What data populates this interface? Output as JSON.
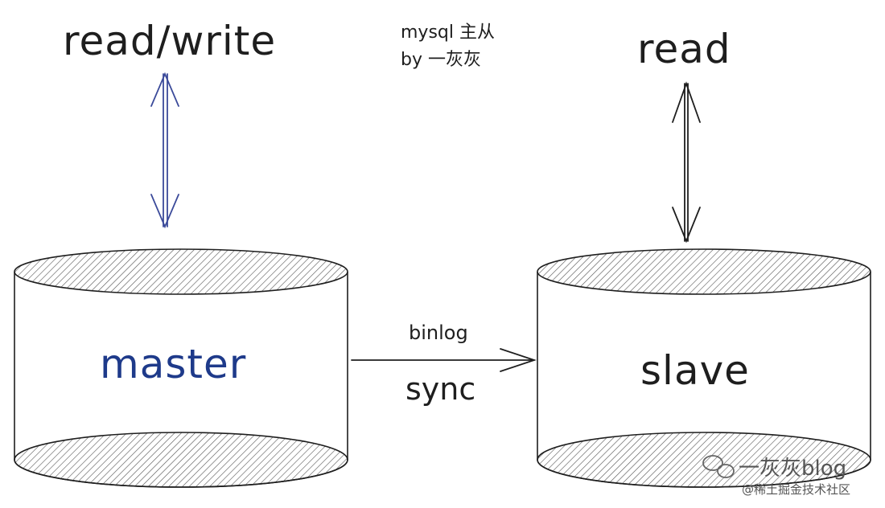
{
  "title_lines": [
    "mysql 主从",
    "by 一灰灰"
  ],
  "master": {
    "label": "master",
    "access": "read/write",
    "label_color": "#1e3a8a",
    "arrow_color": "#3b4a9a"
  },
  "slave": {
    "label": "slave",
    "access": "read",
    "label_color": "#1e1e1e",
    "arrow_color": "#1e1e1e"
  },
  "replication": {
    "top_label": "binlog",
    "bottom_label": "sync"
  },
  "watermark": {
    "line1": "一灰灰blog",
    "line2": "@稀土掘金技术社区"
  }
}
